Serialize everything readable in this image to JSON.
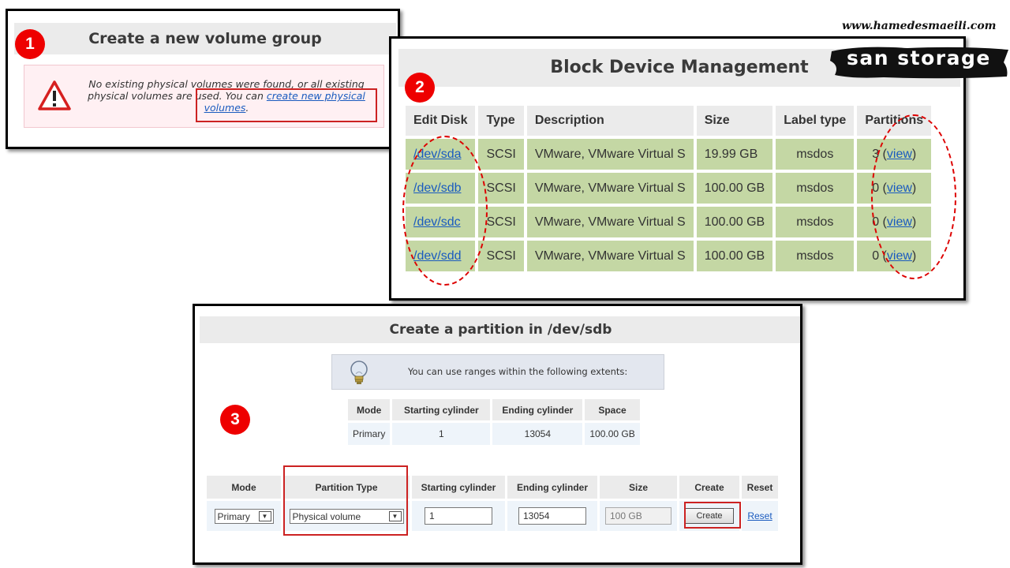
{
  "watermark": {
    "url": "www.hamedesmaeili.com",
    "tag": "san storage"
  },
  "colors": {
    "annotation_red": "#dd0000",
    "table_green": "#c4d7a4",
    "link_blue": "#1a5bbf"
  },
  "panel1": {
    "badge": "1",
    "title": "Create a new volume group",
    "icon": "warning-icon",
    "message_prefix": "No existing physical volumes were found, or all existing physical volumes are used. You can ",
    "link_text": "create new physical volumes",
    "message_suffix": "."
  },
  "panel2": {
    "badge": "2",
    "title": "Block Device Management",
    "headers": [
      "Edit Disk",
      "Type",
      "Description",
      "Size",
      "Label type",
      "Partitions"
    ],
    "rows": [
      {
        "disk": "/dev/sda",
        "type": "SCSI",
        "description": "VMware, VMware Virtual S",
        "size": "19.99 GB",
        "label": "msdos",
        "partitions": "3",
        "view": "view"
      },
      {
        "disk": "/dev/sdb",
        "type": "SCSI",
        "description": "VMware, VMware Virtual S",
        "size": "100.00 GB",
        "label": "msdos",
        "partitions": "0",
        "view": "view"
      },
      {
        "disk": "/dev/sdc",
        "type": "SCSI",
        "description": "VMware, VMware Virtual S",
        "size": "100.00 GB",
        "label": "msdos",
        "partitions": "0",
        "view": "view"
      },
      {
        "disk": "/dev/sdd",
        "type": "SCSI",
        "description": "VMware, VMware Virtual S",
        "size": "100.00 GB",
        "label": "msdos",
        "partitions": "0",
        "view": "view"
      }
    ]
  },
  "panel3": {
    "badge": "3",
    "title": "Create a partition in /dev/sdb",
    "info_icon": "lightbulb-icon",
    "info_text": "You can use ranges within the following extents:",
    "extents_headers": [
      "Mode",
      "Starting cylinder",
      "Ending cylinder",
      "Space"
    ],
    "extents_row": [
      "Primary",
      "1",
      "13054",
      "100.00 GB"
    ],
    "form_headers": [
      "Mode",
      "Partition Type",
      "Starting cylinder",
      "Ending cylinder",
      "Size",
      "Create",
      "Reset"
    ],
    "form": {
      "mode": "Primary",
      "partition_type": "Physical volume",
      "start": "1",
      "end": "13054",
      "size": "100 GB",
      "create_label": "Create",
      "reset_label": "Reset"
    }
  }
}
